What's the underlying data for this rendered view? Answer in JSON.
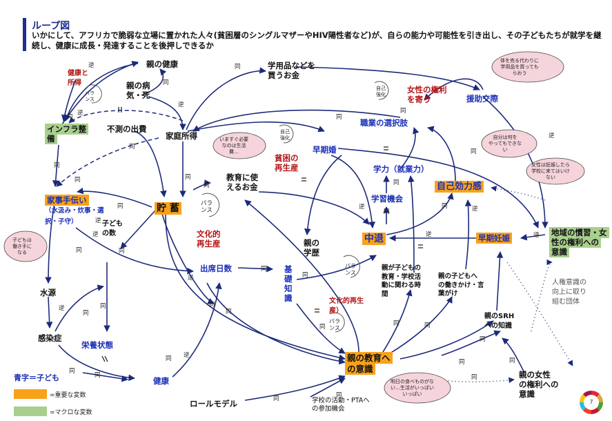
{
  "title": "ループ図",
  "subtitle": "いかにして、アフリカで脆弱な立場に置かれた人々(貧困層のシングルマザーやHIV陽性者など)が、自らの能力や可能性を引き出し、その子どもたちが就学を継続し、健康に成長・発達することを後押しできるか",
  "nodes": {
    "parent_health": "親の健康",
    "parent_illness_1": "親の病",
    "parent_illness_2": "気・死",
    "health_income": "健康と",
    "health_income_2": "所得",
    "infra_1": "インフラ整",
    "infra_2": "備",
    "unexpected": "不測の出費",
    "household_income": "家庭所得",
    "school_supplies_1": "学用品などを",
    "school_supplies_2": "買うお金",
    "women_rights_1": "女性の権利",
    "women_rights_2": "を寄う",
    "support": "援助交際",
    "job_choice": "職業の選択肢",
    "early_marriage": "早期婚",
    "poverty_1": "貧困の",
    "poverty_2": "再生産",
    "housework_1": "家事手伝い",
    "housework_2": "（水汲み・炊事・選",
    "housework_3": "択・子守）",
    "savings": "貯 蓄",
    "edu_money_1": "教育に使",
    "edu_money_2": "えるお金",
    "ability": "学力（就業力）",
    "learning": "学習機会",
    "self_efficacy": "自己効力感",
    "community_1": "地域の慣習・女",
    "community_2": "性の権利への",
    "community_3": "意識",
    "children_count_1": "子ども",
    "children_count_2": "の数",
    "culture_1": "文化的",
    "culture_2": "再生産",
    "parent_edu_1": "親の",
    "parent_edu_2": "学歴",
    "dropout": "中退",
    "early_pregnancy": "早期妊娠",
    "attendance": "出席日数",
    "basic_1": "基",
    "basic_2": "礎",
    "basic_3": "知",
    "basic_4": "識",
    "water": "水源",
    "infection": "感染症",
    "nutrition": "栄養状態",
    "health": "健康",
    "parent_involve_1": "親が子どもの",
    "parent_involve_2": "教育・学校活",
    "parent_involve_3": "動に関わる時",
    "parent_involve_4": "間",
    "parent_talk_1": "親の子どもへ",
    "parent_talk_2": "の働きかけ・言",
    "parent_talk_3": "葉がけ",
    "culture2_1": "文化的再生",
    "culture2_2": "産）",
    "srh_1": "親のSRH",
    "srh_2": "への知識",
    "human_rights_1": "人権意識の",
    "human_rights_2": "向上に取り",
    "human_rights_3": "組む団体",
    "parent_awareness_1": "親の教育へ",
    "parent_awareness_2": "の意識",
    "role_model": "ロールモデル",
    "school_act_1": "学校の活動・PTAへ",
    "school_act_2": "の参加機会",
    "mother_rights_1": "親の女性",
    "mother_rights_2": "の権利への",
    "mother_rights_3": "意識"
  },
  "loops": {
    "balance": "バランス",
    "reinforce": "自己強化"
  },
  "balance_small": [
    "バラ",
    "ンス"
  ],
  "reinforce_small": [
    "自己",
    "強化"
  ],
  "edge_labels": {
    "same": "同",
    "reverse": "逆"
  },
  "clouds": {
    "c1": [
      "体を売る代わりに",
      "学用品を買っても",
      "らおう"
    ],
    "c2": [
      "いますぐ必要",
      "なのは生活",
      "費…"
    ],
    "c3": [
      "自分は何を",
      "やってもできな",
      "い"
    ],
    "c4": [
      "女性は妊娠したら",
      "学校に来てはいけ",
      "ない"
    ],
    "c5": [
      "子どもは",
      "働き手に",
      "なる"
    ],
    "c6": [
      "明日の食べものがな",
      "い…生活がいっぱい",
      "いっぱい"
    ]
  },
  "legend": {
    "blue_text": "青字＝子ども",
    "important": "=重要な変数",
    "macro": "=マクロな変数",
    "important_color": "#f8a21b",
    "macro_color": "#a9cf8e",
    "child_color": "#1a2fb8"
  },
  "page_number": "7"
}
